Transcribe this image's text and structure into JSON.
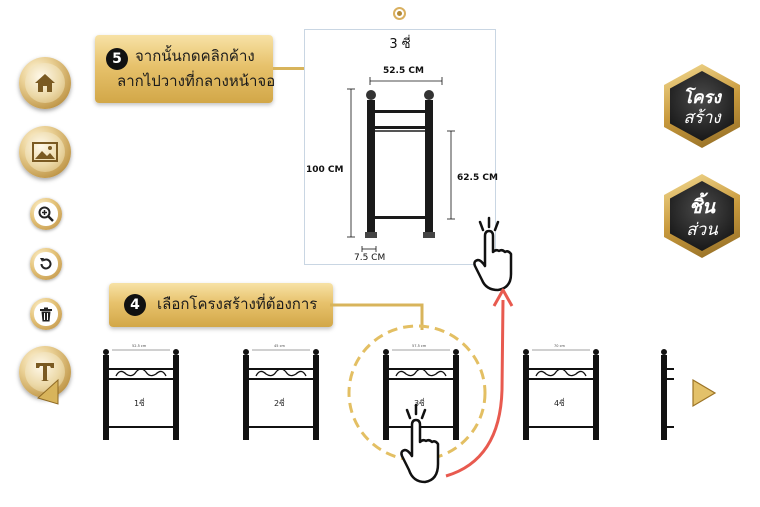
{
  "canvas": {
    "title": "3 ซี่",
    "width_label": "52.5 CM",
    "height_label": "100 CM",
    "inner_height_label": "62.5  CM",
    "spacing_label": "7.5 CM"
  },
  "step5": {
    "number": "5",
    "line1": "จากนั้นกดคลิกค้าง",
    "line2": "ลากไปวางที่กลางหน้าจอ"
  },
  "step4": {
    "number": "4",
    "text": "เลือกโครงสร้างที่ต้องการ"
  },
  "hex_structure": {
    "line1": "โครง",
    "line2": "สร้าง"
  },
  "hex_parts": {
    "line1": "ชิ้น",
    "line2": "ส่วน"
  },
  "thumbnails": [
    {
      "label": "1ซี่",
      "top": "52.5 cm"
    },
    {
      "label": "2ซี่",
      "top": "45 cm"
    },
    {
      "label": "3ซี่",
      "top": "57.5 cm"
    },
    {
      "label": "4ซี่",
      "top": "70 cm"
    }
  ],
  "icons": {
    "home": "home-icon",
    "image": "image-icon",
    "zoom": "zoom-in-icon",
    "undo": "rotate-icon",
    "delete": "trash-icon",
    "text": "text-icon",
    "next": "next-arrow-icon",
    "hand": "hand-pointer-icon"
  },
  "colors": {
    "gold": "#d2a748",
    "arrow": "#e85a4f",
    "dashed_circle": "#e3bf63"
  }
}
